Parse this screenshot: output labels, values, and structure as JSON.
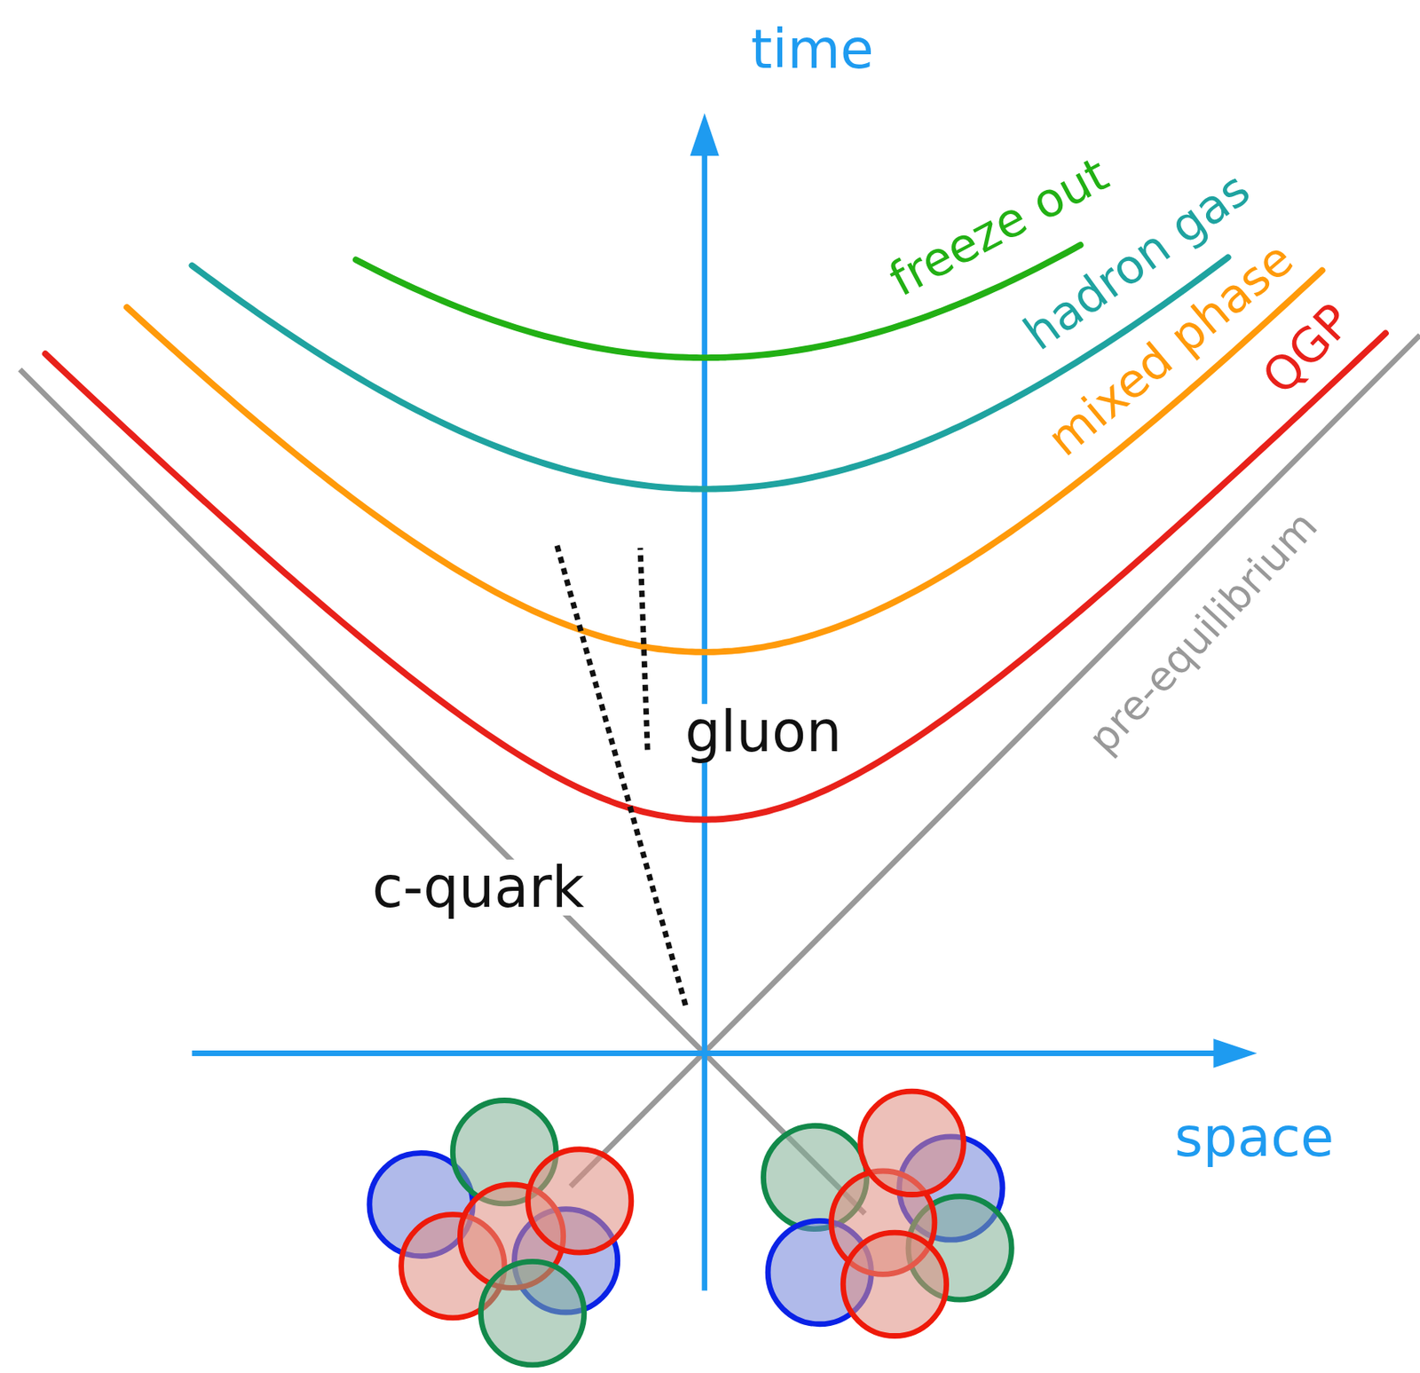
{
  "diagram": {
    "labels": [
      "time",
      "space",
      "freeze out",
      "hadron gas",
      "mixed phase",
      "QGP",
      "pre-equilibrium",
      "gluon",
      "c-quark"
    ]
  }
}
